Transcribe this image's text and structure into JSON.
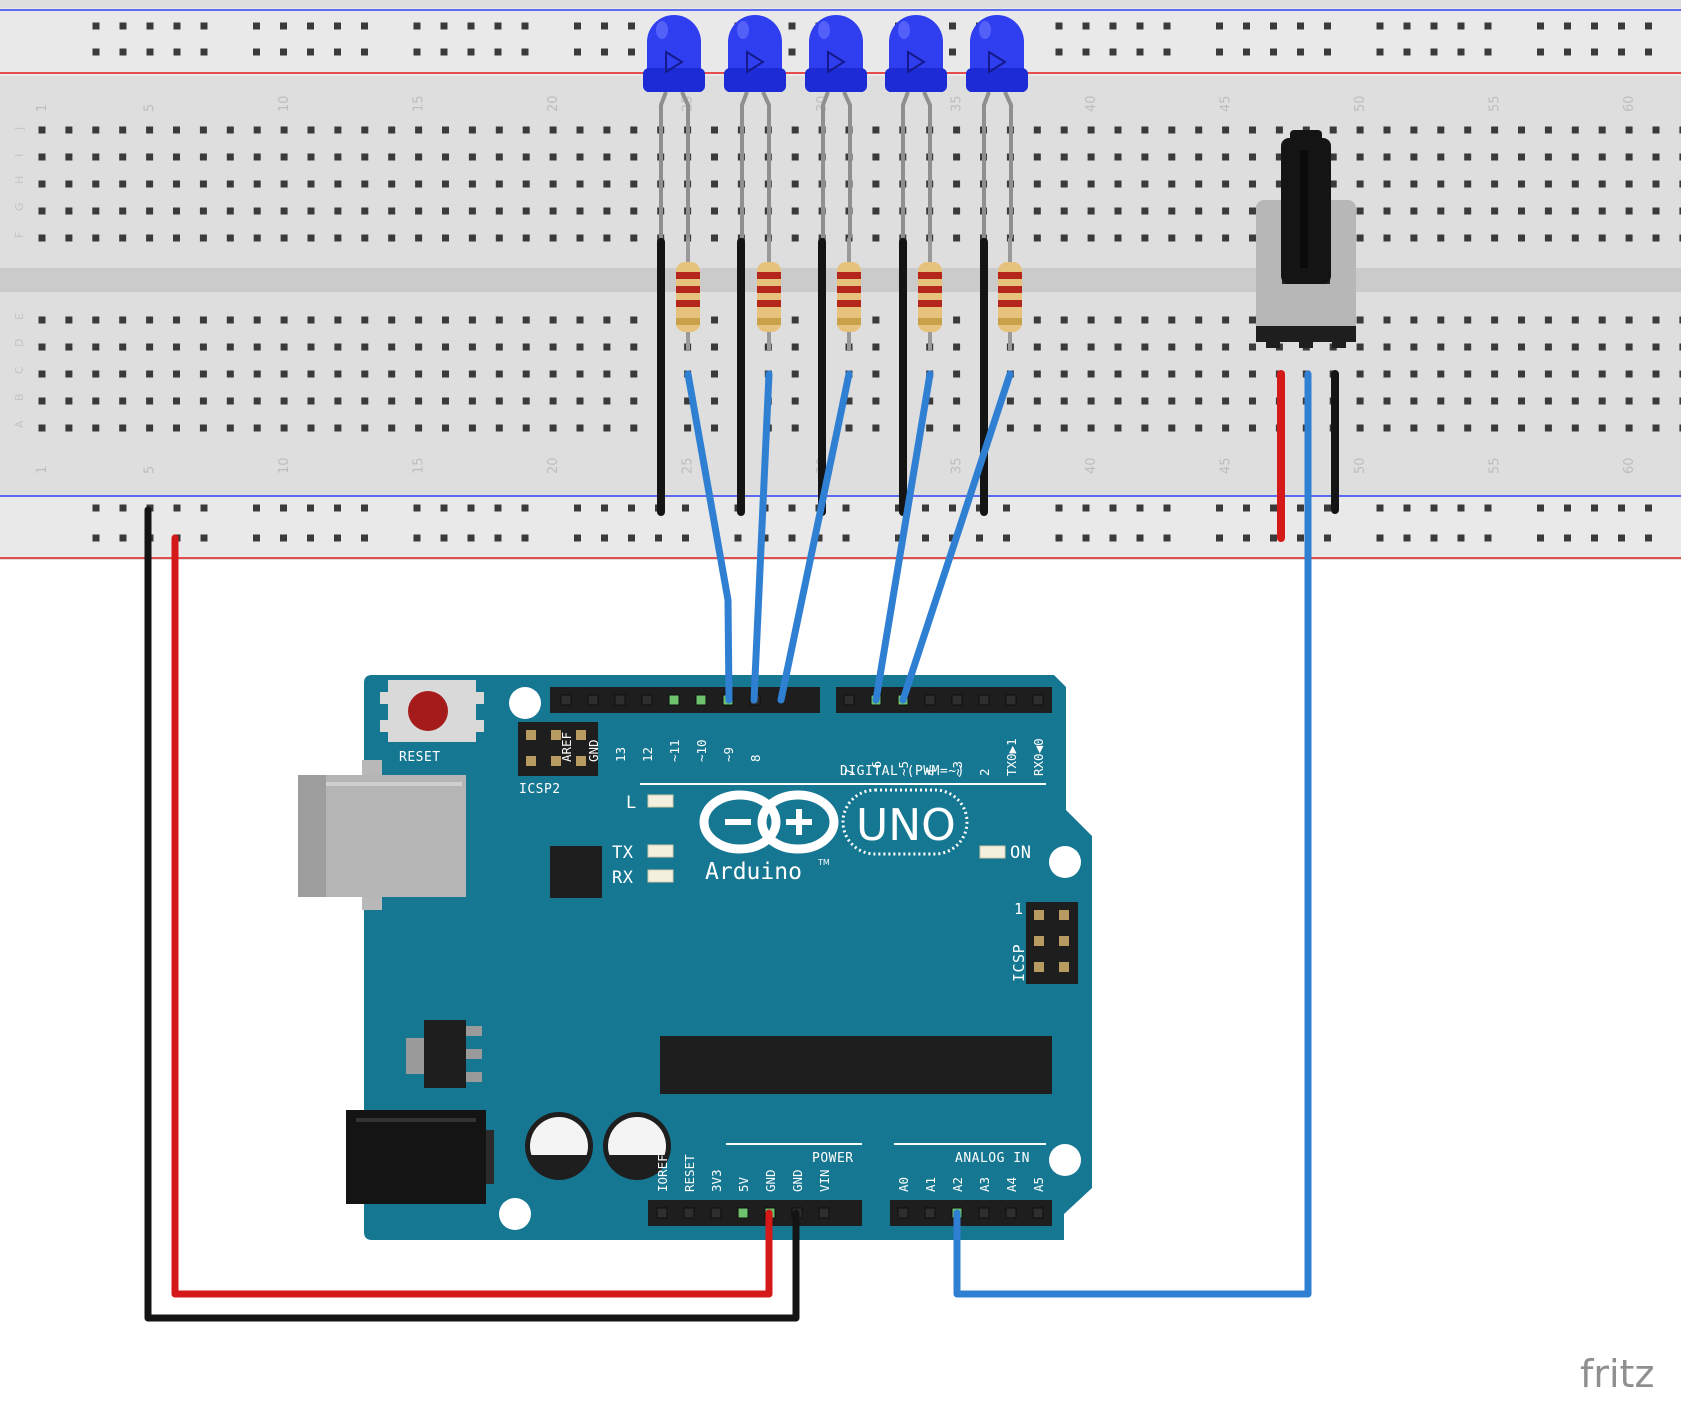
{
  "diagram": {
    "board": {
      "reset_label": "RESET",
      "icsp2_label": "ICSP2",
      "icsp_label": "ICSP",
      "icsp_pin1": "1",
      "digital_label": "DIGITAL (PWM=~)",
      "power_label": "POWER",
      "analog_label": "ANALOG IN",
      "uno_text": "UNO",
      "arduino_text": "Arduino",
      "tm": "TM",
      "led_l": "L",
      "led_tx": "TX",
      "led_rx": "RX",
      "led_on": "ON",
      "digital_pins_left": [
        "AREF",
        "GND",
        "13",
        "12",
        "~11",
        "~10",
        "~9",
        "8"
      ],
      "digital_pins_right": [
        "7",
        "~6",
        "~5",
        "4",
        "~3",
        "2",
        "TX0▶1",
        "RX0◀0"
      ],
      "power_pins": [
        "IOREF",
        "RESET",
        "3V3",
        "5V",
        "GND",
        "GND",
        "VIN"
      ],
      "analog_pins": [
        "A0",
        "A1",
        "A2",
        "A3",
        "A4",
        "A5"
      ]
    },
    "breadboard": {
      "column_numbers": [
        "1",
        "5",
        "10",
        "15",
        "20",
        "25",
        "30",
        "35",
        "40",
        "45",
        "50",
        "55",
        "60"
      ],
      "rows_top": [
        "J",
        "I",
        "H",
        "G",
        "F"
      ],
      "rows_bottom": [
        "E",
        "D",
        "C",
        "B",
        "A"
      ]
    },
    "components": {
      "led_count": 5,
      "led_color": "#2f3ff0",
      "resistor_count": 5,
      "potentiometer_count": 1
    },
    "wire_colors": {
      "signal": "#2f7fd3",
      "power": "#d51818",
      "ground": "#141414"
    },
    "brand_mark": "fritz"
  }
}
